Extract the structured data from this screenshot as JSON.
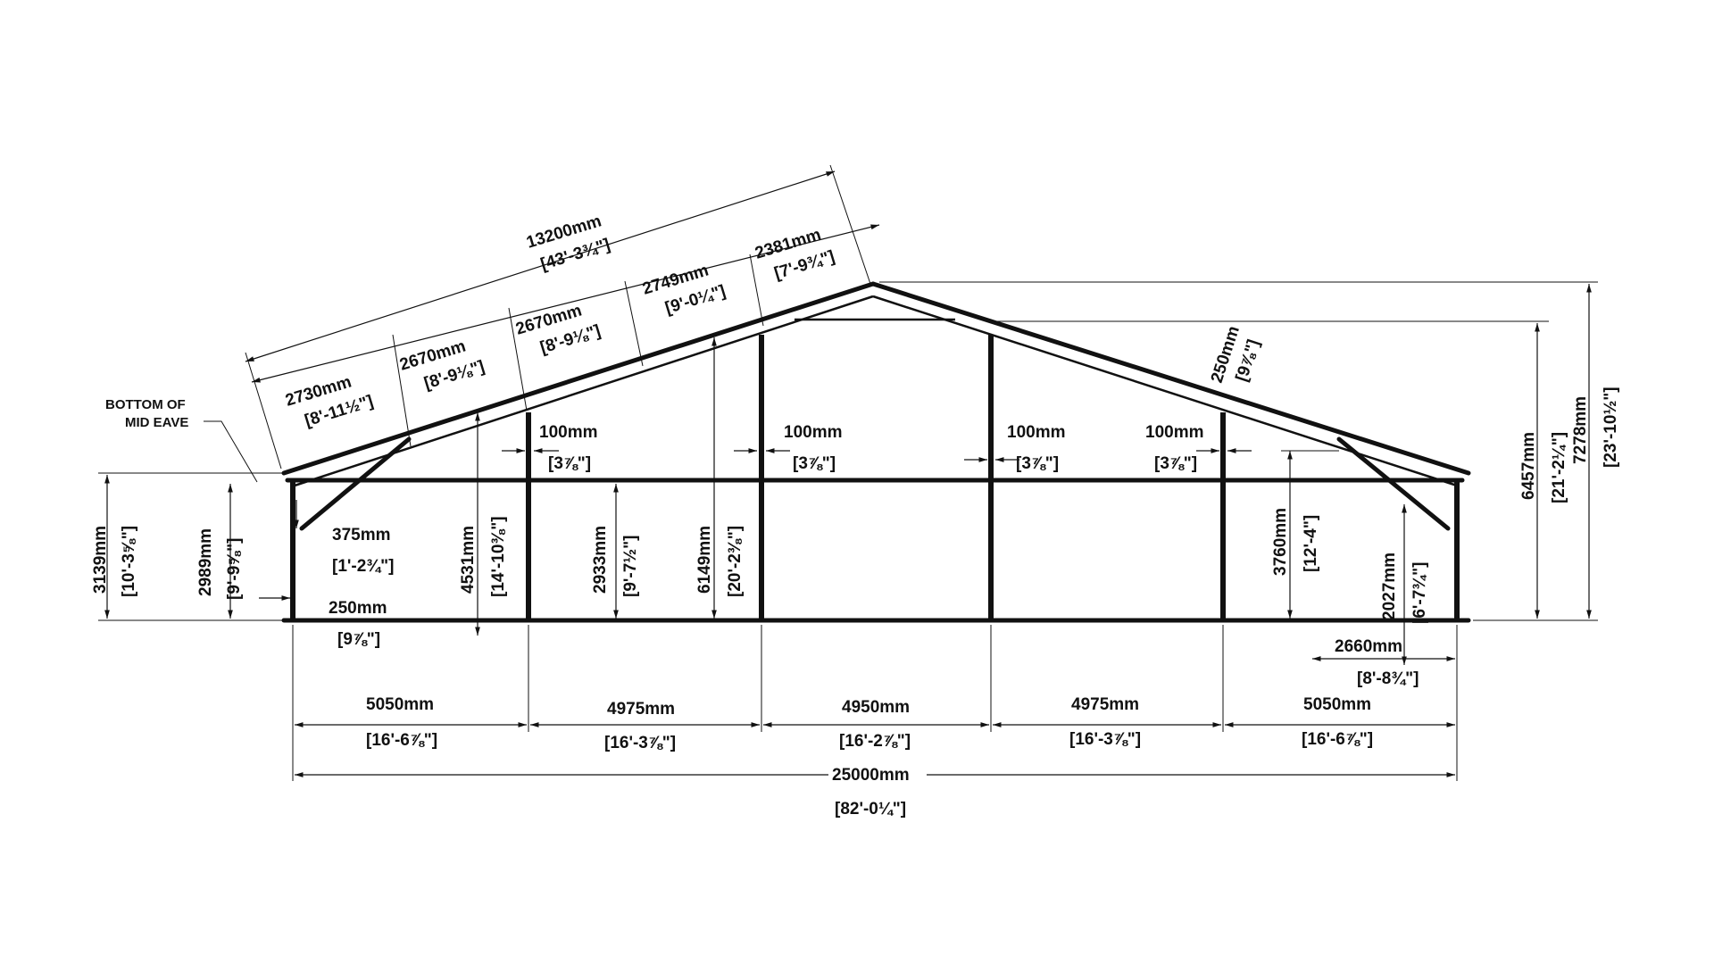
{
  "drawing": {
    "note_bottom_mid_eave": [
      "BOTTOM OF",
      "MID EAVE"
    ],
    "rafter": {
      "total": {
        "mm": "13200mm",
        "imp": "[43'-3¾\"]"
      },
      "segments": [
        {
          "mm": "2730mm",
          "imp": "[8'-11½\"]"
        },
        {
          "mm": "2670mm",
          "imp": "[8'-9⅛\"]"
        },
        {
          "mm": "2670mm",
          "imp": "[8'-9⅛\"]"
        },
        {
          "mm": "2749mm",
          "imp": "[9'-0¼\"]"
        },
        {
          "mm": "2381mm",
          "imp": "[7'-9¾\"]"
        }
      ],
      "right_offset": {
        "mm": "250mm",
        "imp": "[9⅞\"]"
      }
    },
    "post_offsets": [
      {
        "mm": "100mm",
        "imp": "[3⅞\"]"
      },
      {
        "mm": "100mm",
        "imp": "[3⅞\"]"
      },
      {
        "mm": "100mm",
        "imp": "[3⅞\"]"
      },
      {
        "mm": "100mm",
        "imp": "[3⅞\"]"
      }
    ],
    "left_heights": {
      "h3139": {
        "mm": "3139mm",
        "imp": "[10'-3⅝\"]"
      },
      "h2989": {
        "mm": "2989mm",
        "imp": "[9'-9⅝\"]"
      },
      "brace375": {
        "mm": "375mm",
        "imp": "[1'-2¾\"]"
      },
      "base250": {
        "mm": "250mm",
        "imp": "[9⅞\"]"
      }
    },
    "inner_heights": {
      "h4531": {
        "mm": "4531mm",
        "imp": "[14'-10⅜\"]"
      },
      "h2933": {
        "mm": "2933mm",
        "imp": "[9'-7½\"]"
      },
      "h6149": {
        "mm": "6149mm",
        "imp": "[20'-2⅜\"]"
      },
      "h3760": {
        "mm": "3760mm",
        "imp": "[12'-4\"]"
      },
      "h2027": {
        "mm": "2027mm",
        "imp": "[6'-7¾\"]"
      }
    },
    "right_heights": {
      "h6457": {
        "mm": "6457mm",
        "imp": "[21'-2¼\"]"
      },
      "h7278": {
        "mm": "7278mm",
        "imp": "[23'-10½\"]"
      },
      "w2660": {
        "mm": "2660mm",
        "imp": "[8'-8¾\"]"
      }
    },
    "bays": [
      {
        "mm": "5050mm",
        "imp": "[16'-6⅞\"]"
      },
      {
        "mm": "4975mm",
        "imp": "[16'-3⅞\"]"
      },
      {
        "mm": "4950mm",
        "imp": "[16'-2⅞\"]"
      },
      {
        "mm": "4975mm",
        "imp": "[16'-3⅞\"]"
      },
      {
        "mm": "5050mm",
        "imp": "[16'-6⅞\"]"
      }
    ],
    "overall_span": {
      "mm": "25000mm",
      "imp": "[82'-0¼\"]"
    }
  }
}
